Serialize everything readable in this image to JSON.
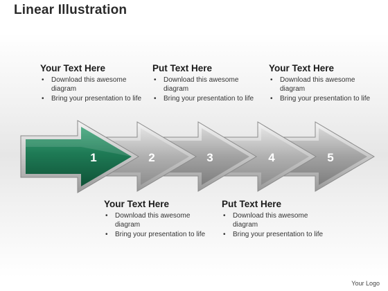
{
  "title": "Linear Illustration",
  "logo": "Your Logo",
  "arrows": [
    {
      "number": "1",
      "color": "#1e7a55"
    },
    {
      "number": "2",
      "color": "#b8b8b8"
    },
    {
      "number": "3",
      "color": "#a8a8a8"
    },
    {
      "number": "4",
      "color": "#b0b0b0"
    },
    {
      "number": "5",
      "color": "#a0a0a0"
    }
  ],
  "blocks": [
    {
      "heading": "Your Text Here",
      "bullets": [
        "Download this awesome diagram",
        "Bring your presentation to life"
      ]
    },
    {
      "heading": "Put Text Here",
      "bullets": [
        "Download this awesome diagram",
        "Bring your presentation to life"
      ]
    },
    {
      "heading": "Your Text Here",
      "bullets": [
        "Download this awesome diagram",
        "Bring your presentation to life"
      ]
    },
    {
      "heading": "Your Text Here",
      "bullets": [
        "Download this awesome diagram",
        "Bring your presentation to life"
      ]
    },
    {
      "heading": "Put Text Here",
      "bullets": [
        "Download this awesome diagram",
        "Bring your presentation to life"
      ]
    }
  ],
  "bullet_glyph": "•"
}
